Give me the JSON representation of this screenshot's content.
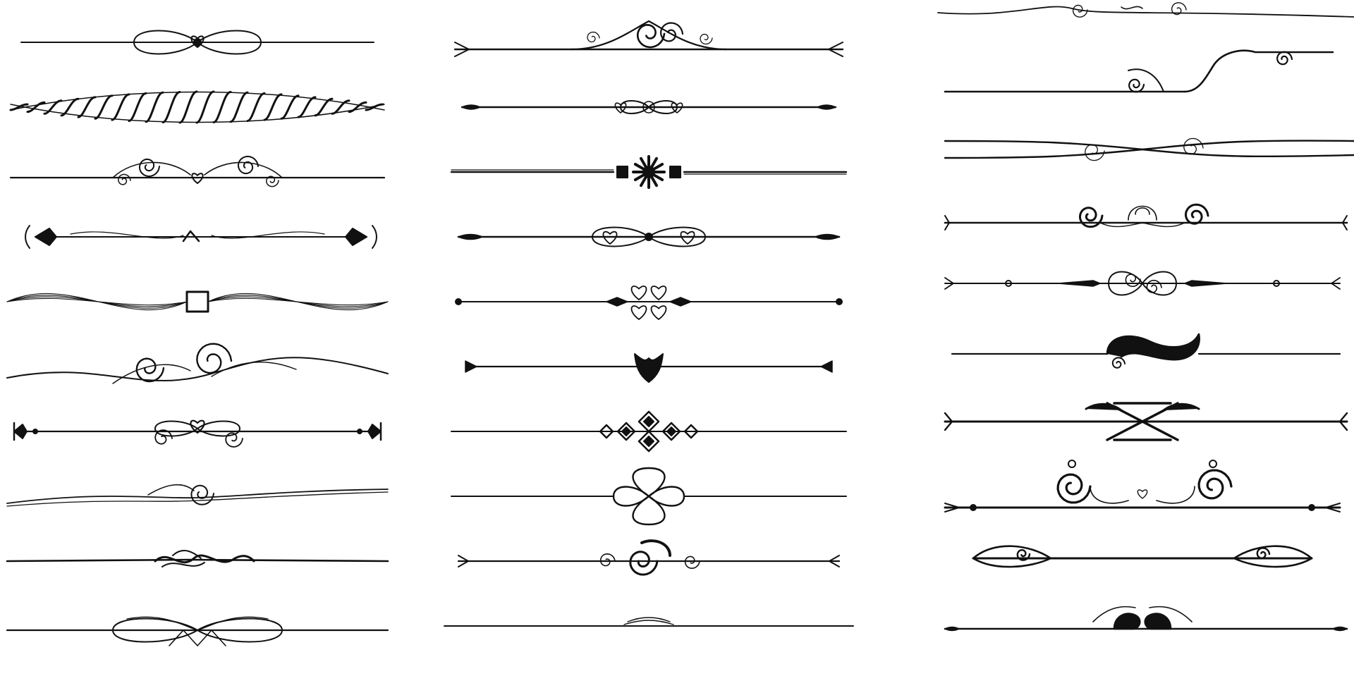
{
  "sheet": {
    "background": "#ffffff",
    "ink": "#111111",
    "columns": [
      {
        "name": "left",
        "dividers": [
          "bow-heart",
          "rope-twist",
          "scroll-heart",
          "fleur-tips",
          "wavy-square",
          "flourish-wave",
          "fleur-ends-hearts",
          "thin-swirl",
          "center-wave-knot",
          "double-loop"
        ]
      },
      {
        "name": "middle",
        "dividers": [
          "scroll-top",
          "arrow-heart-knot",
          "sun-burst",
          "arrow-double-heart",
          "quatrefoil-heart",
          "arrow-mask",
          "diamond-lattice",
          "quatrefoil-loop",
          "scroll-hook",
          "bottom-flourish"
        ]
      },
      {
        "name": "right",
        "dividers": [
          "top-flourish",
          "corner-scroll",
          "crossing-swoosh",
          "loop-spiral",
          "rosette",
          "wave-hook",
          "cross-knot",
          "heart-spirals",
          "tribal-ends",
          "tribal-center"
        ]
      }
    ]
  }
}
